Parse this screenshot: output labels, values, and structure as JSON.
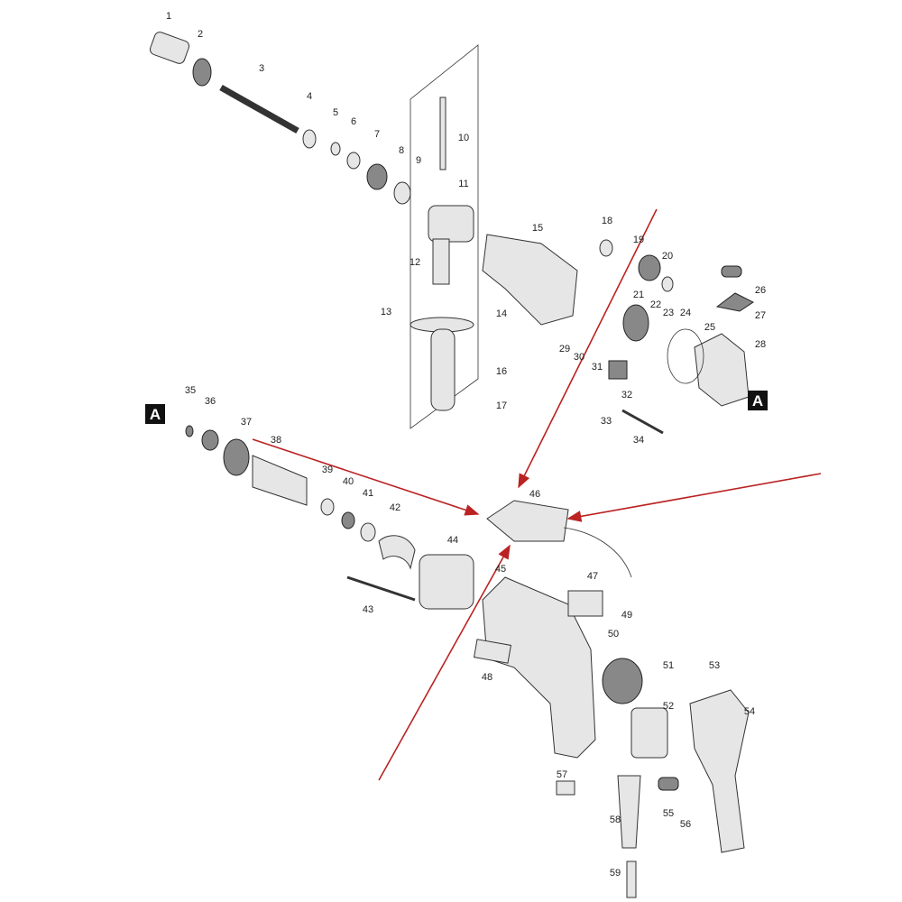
{
  "diagram": {
    "part_numbers": [
      "1",
      "2",
      "3",
      "4",
      "5",
      "6",
      "7",
      "8",
      "9",
      "10",
      "11",
      "12",
      "13",
      "14",
      "15",
      "16",
      "17",
      "18",
      "19",
      "20",
      "21",
      "22",
      "23",
      "24",
      "25",
      "26",
      "27",
      "28",
      "29",
      "30",
      "31",
      "32",
      "33",
      "34",
      "35",
      "36",
      "37",
      "38",
      "39",
      "40",
      "41",
      "42",
      "43",
      "44",
      "45",
      "46",
      "47",
      "48",
      "49",
      "50",
      "51",
      "52",
      "53",
      "54",
      "55",
      "56",
      "57",
      "58",
      "59"
    ],
    "markers": [
      "A",
      "A"
    ],
    "arrow_color": "#b22222"
  }
}
